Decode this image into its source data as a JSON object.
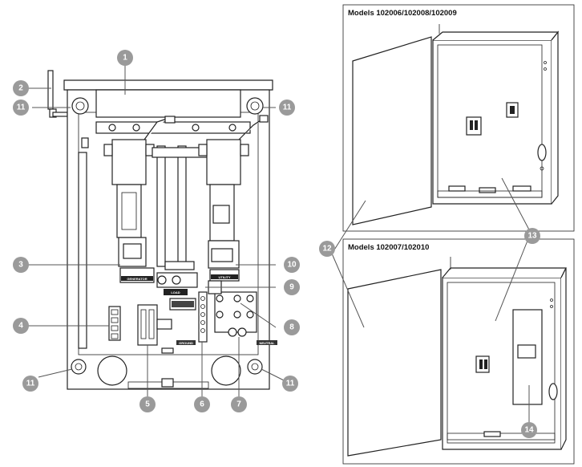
{
  "callouts": [
    {
      "id": "c1",
      "label": "1"
    },
    {
      "id": "c2",
      "label": "2"
    },
    {
      "id": "c3",
      "label": "3"
    },
    {
      "id": "c4",
      "label": "4"
    },
    {
      "id": "c5",
      "label": "5"
    },
    {
      "id": "c6",
      "label": "6"
    },
    {
      "id": "c7",
      "label": "7"
    },
    {
      "id": "c8",
      "label": "8"
    },
    {
      "id": "c9",
      "label": "9"
    },
    {
      "id": "c10",
      "label": "10"
    },
    {
      "id": "c11a",
      "label": "11"
    },
    {
      "id": "c11b",
      "label": "11"
    },
    {
      "id": "c11c",
      "label": "11"
    },
    {
      "id": "c11d",
      "label": "11"
    },
    {
      "id": "c12",
      "label": "12"
    },
    {
      "id": "c13",
      "label": "13"
    },
    {
      "id": "c14",
      "label": "14"
    }
  ],
  "panel_labels": {
    "generator": "GENERATOR",
    "utility": "UTILITY",
    "load": "LOAD",
    "ground": "GROUND",
    "neutral": "NEUTRAL"
  },
  "models_top": "Models 102006/102008/102009",
  "models_bottom": "Models 102007/102010",
  "colors": {
    "callout": "#9a9a9a",
    "line": "#222222"
  }
}
